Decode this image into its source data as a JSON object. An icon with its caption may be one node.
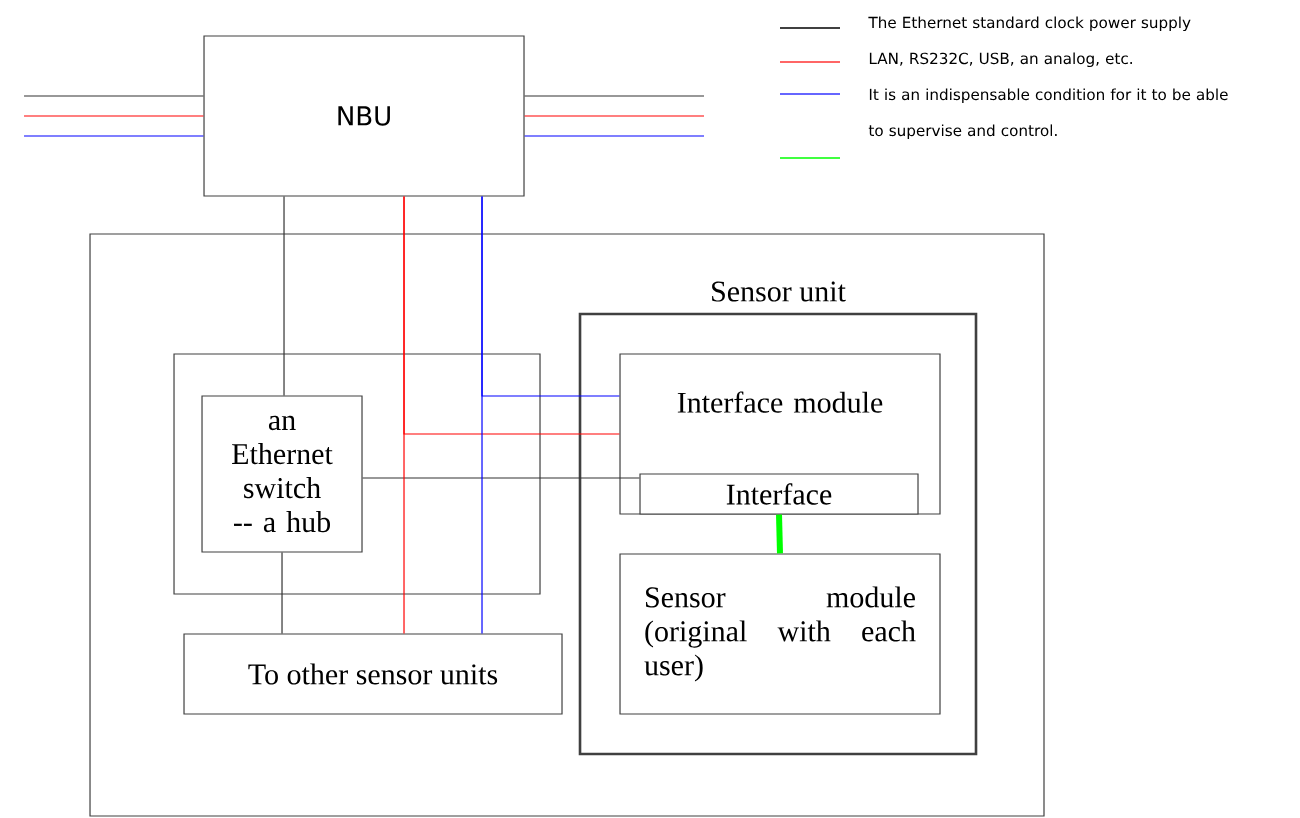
{
  "diagram": {
    "nodes": [
      {
        "text": [
          "NBU"
        ]
      },
      {
        "text": [],
        "shape": "box"
      },
      {
        "text": [],
        "shape": "box",
        "in": 1
      },
      {
        "text": [
          "an Ethernet switch -- a hub"
        ],
        "in": 2
      },
      {
        "text": [
          "To other sensor units"
        ],
        "in": 1
      },
      {
        "text": [
          "Sensor unit"
        ],
        "in": 1
      },
      {
        "text": [
          "Interface module"
        ],
        "in": 5
      },
      {
        "text": [
          "Interface"
        ],
        "in": 6
      },
      {
        "text": [
          "Sensor module (original with each user)"
        ],
        "in": 5
      }
    ],
    "edges": [
      {
        "from": null,
        "to": 0,
        "arrow": "none"
      },
      {
        "from": null,
        "to": 0,
        "arrow": "none",
        "color": "#ff0000"
      },
      {
        "from": null,
        "to": 0,
        "arrow": "none",
        "color": "#0000ff"
      },
      {
        "from": 0,
        "to": null,
        "arrow": "none"
      },
      {
        "from": 0,
        "to": null,
        "arrow": "none",
        "color": "#ff0000"
      },
      {
        "from": 0,
        "to": null,
        "arrow": "none",
        "color": "#0000ff"
      },
      {
        "from": 0,
        "to": 3,
        "arrow": "none"
      },
      {
        "from": 3,
        "to": 4,
        "arrow": "none"
      },
      {
        "from": 3,
        "to": 7,
        "arrow": "none"
      },
      {
        "from": 0,
        "to": 4,
        "arrow": "none",
        "color": "#ff0000"
      },
      {
        "from": 0,
        "to": 6,
        "arrow": "none",
        "color": "#ff0000"
      },
      {
        "from": 0,
        "to": 4,
        "arrow": "none",
        "color": "#0000ff"
      },
      {
        "from": 0,
        "to": 6,
        "arrow": "none",
        "color": "#0000ff"
      },
      {
        "from": 7,
        "to": 8,
        "arrow": "none",
        "style": "thick",
        "color": "#00ff00"
      }
    ],
    "legend": [
      {
        "text": "The Ethernet standard clock power supply"
      },
      {
        "text": "LAN, RS232C, USB, an analog, etc."
      },
      {
        "text": "It is an indispensable condition for it to be able to supervise and control."
      }
    ]
  }
}
